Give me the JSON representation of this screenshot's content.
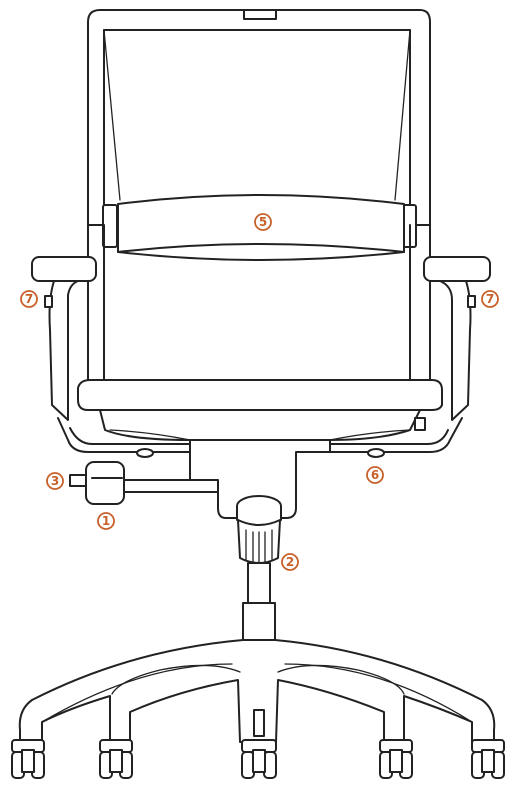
{
  "accent_color": "#c8602a",
  "callouts": [
    {
      "id": "c1",
      "label": "1"
    },
    {
      "id": "c2",
      "label": "2"
    },
    {
      "id": "c3",
      "label": "3"
    },
    {
      "id": "c5",
      "label": "5"
    },
    {
      "id": "c6",
      "label": "6"
    },
    {
      "id": "c7l",
      "label": "7"
    },
    {
      "id": "c7r",
      "label": "7"
    }
  ]
}
